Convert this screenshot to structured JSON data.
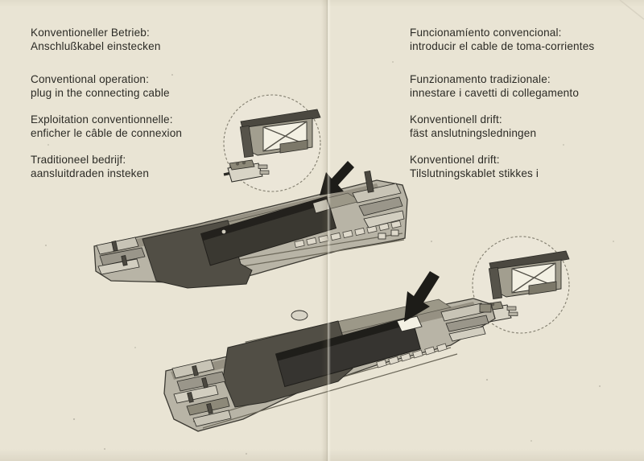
{
  "colors": {
    "paper": "#e9e4d4",
    "ink": "#2c2b26",
    "track_light": "#b8b4a6",
    "track_mid": "#9c9888",
    "track_dark": "#514e45",
    "motor_box_dark": "#37342e",
    "arrow_black": "#1d1c18"
  },
  "instructions": {
    "left": [
      {
        "title": "Konventioneller Betrieb:",
        "text": "Anschlußkabel einstecken"
      },
      {
        "title": "Conventional operation:",
        "text": "plug in the connecting cable"
      },
      {
        "title": "Exploitation conventionnelle:",
        "text": "enficher le câble de connexion"
      },
      {
        "title": "Traditioneel bedrijf:",
        "text": "aansluitdraden insteken"
      }
    ],
    "right": [
      {
        "title": "Funcionamíento convencional:",
        "text": "introducir el cable de toma-corrientes"
      },
      {
        "title": "Funzionamento tradizionale:",
        "text": "innestare i cavetti di collegamento"
      },
      {
        "title": "Konventionell drift:",
        "text": "fäst anslutningsledningen"
      },
      {
        "title": "Konventionel drift:",
        "text": "Tilslutningskablet stikkes i"
      }
    ]
  },
  "figures": {
    "top_illustration": "turnout underside with connecting-cable socket, insertion arrow",
    "bottom_illustration": "turnout underside (mirrored view), insertion arrow",
    "inset_left": "magnified plug-and-socket detail",
    "inset_right": "magnified plug-and-socket detail"
  }
}
